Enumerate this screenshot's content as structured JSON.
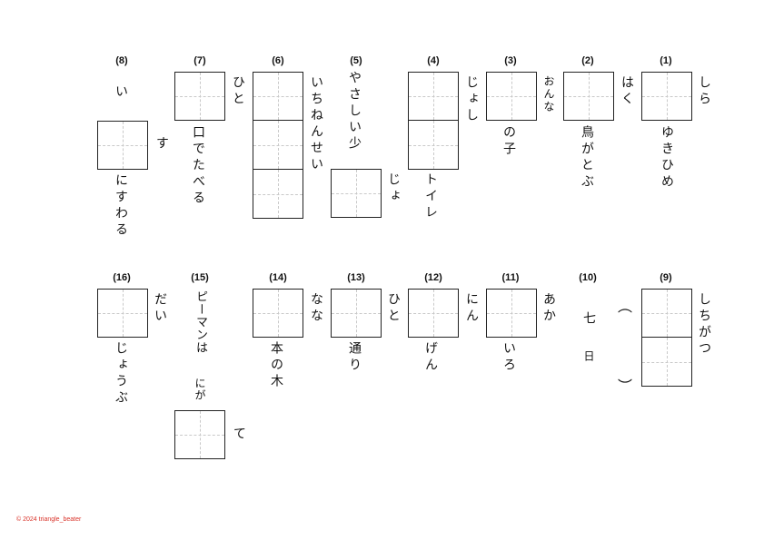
{
  "q1": {
    "num": "(1)",
    "top": "しら",
    "bottom": "ゆきひめ"
  },
  "q2": {
    "num": "(2)",
    "top": "はく",
    "bottom": "鳥がとぶ"
  },
  "q3": {
    "num": "(3)",
    "top": "おんな",
    "bottom": "の子"
  },
  "q4": {
    "num": "(4)",
    "top": "じょし",
    "bottom": "トイレ"
  },
  "q5": {
    "num": "(5)",
    "top": "やさしい少",
    "right": "じょ"
  },
  "q6": {
    "num": "(6)",
    "top": "いちねんせい"
  },
  "q7": {
    "num": "(7)",
    "top": "ひと",
    "bottom": "口でたべる"
  },
  "q8": {
    "num": "(8)",
    "top": "い",
    "right": "す",
    "bottom": "にすわる"
  },
  "q9": {
    "num": "(9)",
    "top": "しちがつ",
    "open": "︵",
    "close": "︶"
  },
  "q10": {
    "num": "(10)",
    "top": "七",
    "bottom": "日"
  },
  "q11": {
    "num": "(11)",
    "top": "あか",
    "bottom": "いろ"
  },
  "q12": {
    "num": "(12)",
    "top": "にん",
    "bottom": "げん"
  },
  "q13": {
    "num": "(13)",
    "top": "ひと",
    "bottom": "通り"
  },
  "q14": {
    "num": "(14)",
    "top": "なな",
    "bottom": "本の木"
  },
  "q15": {
    "num": "(15)",
    "top": "ピーマンは",
    "mid": "にが",
    "right": "て"
  },
  "q16": {
    "num": "(16)",
    "top": "だい",
    "bottom": "じょうぶ"
  },
  "copyright": "© 2024 triangle_beater"
}
